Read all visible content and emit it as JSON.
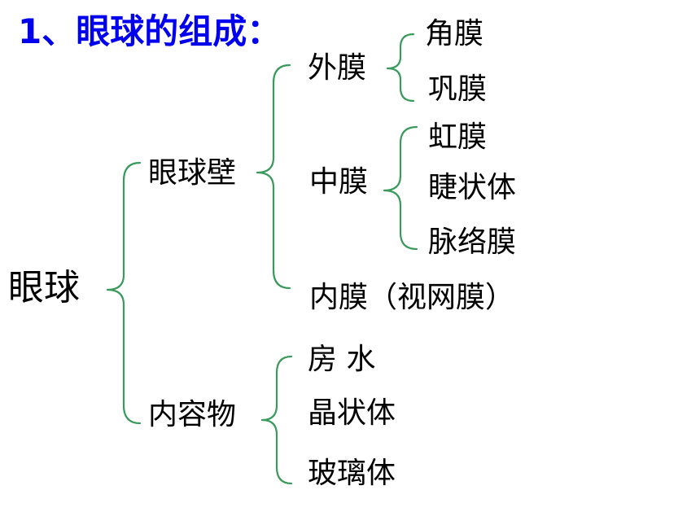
{
  "title": "1、眼球的组成：",
  "tree": {
    "root": "眼球",
    "wall": {
      "label": "眼球壁",
      "outer": {
        "label": "外膜",
        "children": [
          "角膜",
          "巩膜"
        ]
      },
      "middle": {
        "label": "中膜",
        "children": [
          "虹膜",
          "睫状体",
          "脉络膜"
        ]
      },
      "inner": {
        "label": "内膜（视网膜）"
      }
    },
    "contents": {
      "label": "内容物",
      "children": [
        "房 水",
        "晶状体",
        "玻璃体"
      ]
    }
  },
  "colors": {
    "title": "#0000ee",
    "brace": "#3a9a5c",
    "text": "#000000"
  }
}
